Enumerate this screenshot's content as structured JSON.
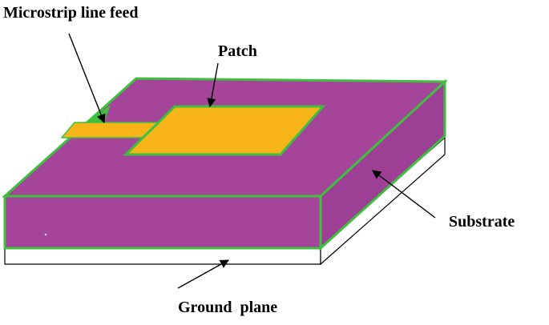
{
  "labels": {
    "feed": "Microstrip line feed",
    "patch": "Patch",
    "substrate": "Substrate",
    "ground": "Ground  plane"
  },
  "colors": {
    "substrate": "#a5459a",
    "substrate_front": "#a5449b",
    "substrate_side": "#9d3f94",
    "edge": "#3fbf3f",
    "patch": "#f6b418",
    "ground": "#ffffff",
    "text": "#000000"
  }
}
